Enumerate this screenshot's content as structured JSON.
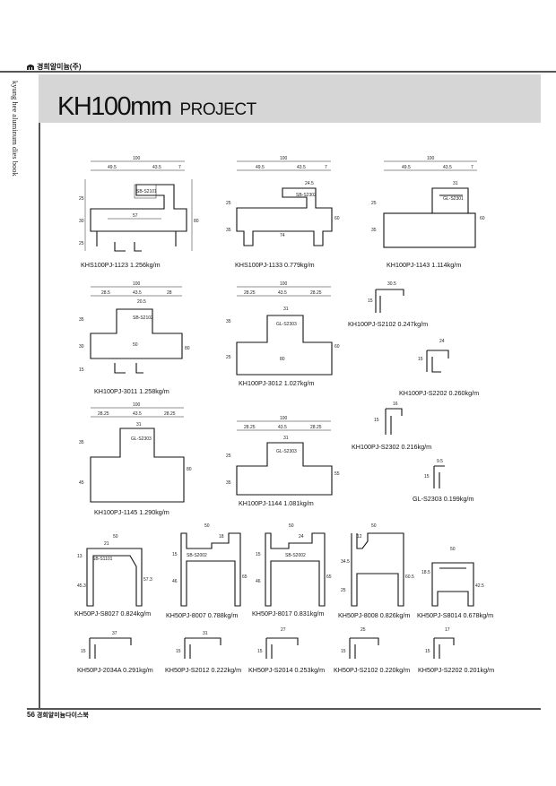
{
  "header": {
    "company": "경희알미늄(주)",
    "side_text": "kyung hee aluminum dies book",
    "title": "KH100mm",
    "title_sub": "PROJECT"
  },
  "footer": {
    "page_number": "56",
    "page_text": "경희알미늄다이스북"
  },
  "profiles": [
    {
      "caption": "KHS100PJ-1123  1.256kg/m",
      "dims": {
        "width": "100",
        "a": "49.5",
        "b": "43.5",
        "c": "7",
        "h1": "25",
        "h2": "30",
        "h3": "25",
        "total": "80",
        "inner": "57"
      },
      "code": "SB-S2101"
    },
    {
      "caption": "KHS100PJ-1133  0.779kg/m",
      "dims": {
        "width": "100",
        "a": "49.5",
        "b": "43.5",
        "c": "7",
        "inner": "24.5",
        "h1": "25",
        "h2": "35",
        "total": "60",
        "bottom": "74"
      },
      "code": "SB-S2302"
    },
    {
      "caption": "KH100PJ-1143  1.114kg/m",
      "dims": {
        "width": "100",
        "a": "49.5",
        "b": "43.5",
        "c": "7",
        "inner": "31",
        "h1": "25",
        "h2": "35",
        "total": "60"
      },
      "code": "GL-S2301"
    },
    {
      "caption": "KH100PJ-3011  1.258kg/m",
      "dims": {
        "width": "100",
        "a": "28.5",
        "b": "43.5",
        "c": "28",
        "inner": "20.5",
        "h1": "35",
        "h2": "30",
        "h3": "15",
        "total": "80",
        "mid": "50"
      },
      "code": "SB-S2102"
    },
    {
      "caption": "KH100PJ-3012  1.027kg/m",
      "dims": {
        "width": "100",
        "a": "28.25",
        "b": "43.5",
        "c": "28.25",
        "inner": "31",
        "h1": "35",
        "h2": "25",
        "total": "60",
        "mid": "80"
      },
      "code": "GL-S2303"
    },
    {
      "caption": "KH100PJ-S2102  0.247kg/m",
      "dims": {
        "w": "30.5",
        "h": "15"
      }
    },
    {
      "caption": "KH100PJ-S2202  0.260kg/m",
      "dims": {
        "w": "24",
        "h": "15"
      }
    },
    {
      "caption": "KH100PJ-1145  1.290kg/m",
      "dims": {
        "width": "100",
        "a": "28.25",
        "b": "43.5",
        "c": "28.25",
        "inner": "31",
        "h1": "35",
        "h2": "45",
        "total": "80"
      },
      "code": "GL-S2303"
    },
    {
      "caption": "KH100PJ-1144  1.081kg/m",
      "dims": {
        "width": "100",
        "a": "28.25",
        "b": "43.5",
        "c": "28.25",
        "inner": "31",
        "h1": "25",
        "h2": "35",
        "total": "55"
      },
      "code": "GL-S2303"
    },
    {
      "caption": "KH100PJ-S2302  0.216kg/m",
      "dims": {
        "w": "16",
        "h": "15"
      }
    },
    {
      "caption": "GL-S2303  0.199kg/m",
      "dims": {
        "w": "9.5",
        "h": "15"
      }
    },
    {
      "caption": "KH50PJ-S8027  0.824kg/m",
      "dims": {
        "w": "50",
        "a": "21",
        "h1": "13",
        "h2": "45.3",
        "h3": "57.3"
      },
      "code": "SB-S1101"
    },
    {
      "caption": "KH50PJ-8007  0.788kg/m",
      "dims": {
        "w": "50",
        "a": "18",
        "h1": "15",
        "h2": "46",
        "h3": "65"
      },
      "code": "SB-S2002"
    },
    {
      "caption": "KH50PJ-8017  0.831kg/m",
      "dims": {
        "w": "50",
        "a": "24",
        "h1": "15",
        "h2": "46",
        "h3": "65"
      },
      "code": "SB-S2002"
    },
    {
      "caption": "KH50PJ-8008  0.826kg/m",
      "dims": {
        "w": "50",
        "a": "12",
        "h1": "34.5",
        "h2": "25",
        "h3": "60.5"
      }
    },
    {
      "caption": "KH50PJ-S8014  0.678kg/m",
      "dims": {
        "w": "50",
        "h1": "18.5",
        "h2": "42.5"
      }
    },
    {
      "caption": "KH50PJ-2034A  0.291kg/m",
      "dims": {
        "w": "37",
        "h": "15"
      }
    },
    {
      "caption": "KH50PJ-S2012  0.222kg/m",
      "dims": {
        "w": "31",
        "h": "15"
      }
    },
    {
      "caption": "KH50PJ-S2014  0.253kg/m",
      "dims": {
        "w": "27",
        "h": "15"
      }
    },
    {
      "caption": "KH50PJ-S2102  0.220kg/m",
      "dims": {
        "w": "25",
        "h": "15"
      }
    },
    {
      "caption": "KH50PJ-S2202  0.201kg/m",
      "dims": {
        "w": "17",
        "h": "15"
      }
    }
  ]
}
